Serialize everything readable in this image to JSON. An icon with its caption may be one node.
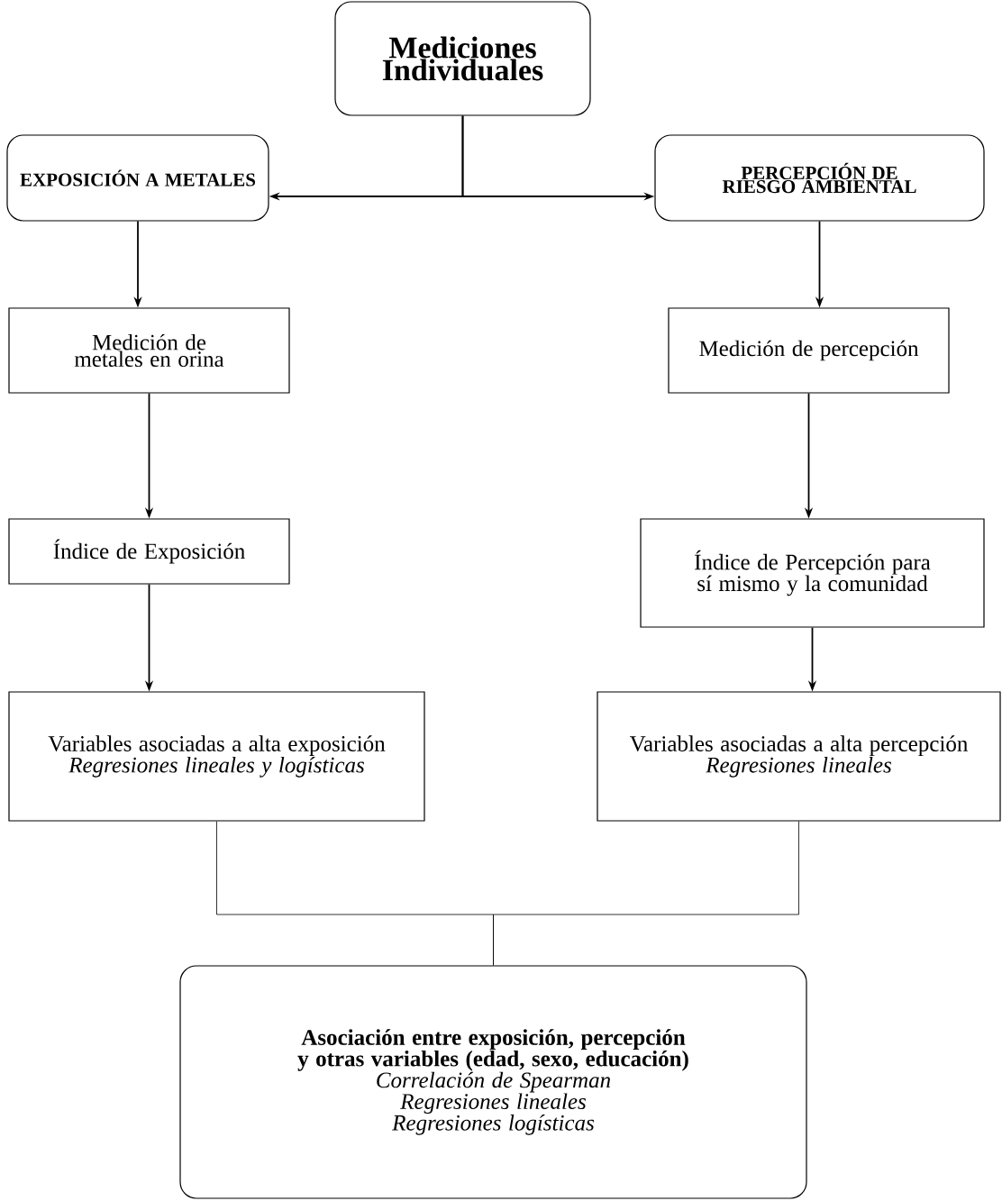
{
  "diagram": {
    "nodes": [
      {
        "text": [
          "Mediciones Individuales"
        ]
      },
      {
        "text": [
          "EXPOSICIÓN A METALES"
        ]
      },
      {
        "text": [
          "PERCEPCIÓN DE RIESGO AMBIENTAL"
        ]
      },
      {
        "text": [
          "Medición de metales en orina"
        ]
      },
      {
        "text": [
          "Medición de percepción"
        ]
      },
      {
        "text": [
          "Índice de Exposición"
        ]
      },
      {
        "text": [
          "Índice de Percepción para sí mismo y la comunidad"
        ]
      },
      {
        "text": [
          "Variables asociadas a alta exposición",
          "Regresiones lineales y logísticas"
        ]
      },
      {
        "text": [
          "Variables asociadas a alta percepción",
          "Regresiones lineales"
        ]
      },
      {
        "text": [
          "Asociación entre exposición, percepción y otras variables (edad, sexo, educación)",
          "Correlación de Spearman",
          "Regresiones lineales",
          "Regresiones logísticas"
        ]
      }
    ],
    "edges": [
      {
        "from": 0,
        "to": 1,
        "arrow": "to"
      },
      {
        "from": 0,
        "to": 2,
        "arrow": "to"
      },
      {
        "from": 1,
        "to": 3,
        "arrow": "to"
      },
      {
        "from": 3,
        "to": 5,
        "arrow": "to"
      },
      {
        "from": 5,
        "to": 7,
        "arrow": "to"
      },
      {
        "from": 2,
        "to": 4,
        "arrow": "to"
      },
      {
        "from": 4,
        "to": 6,
        "arrow": "to"
      },
      {
        "from": 6,
        "to": 8,
        "arrow": "to"
      },
      {
        "from": 7,
        "to": 9,
        "arrow": "none"
      },
      {
        "from": 8,
        "to": 9,
        "arrow": "none"
      }
    ]
  }
}
